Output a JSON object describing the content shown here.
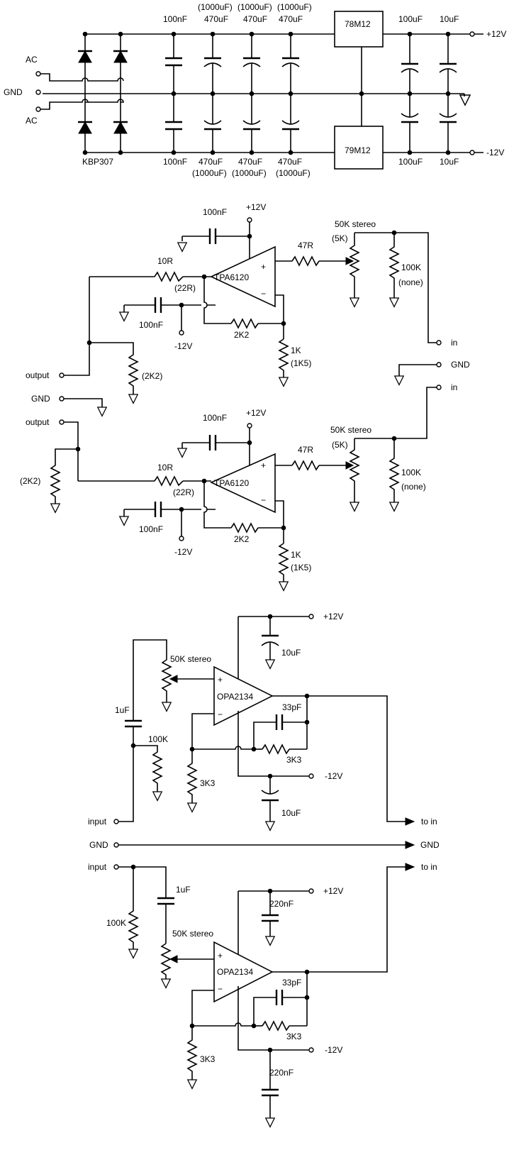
{
  "psu": {
    "ac1": "AC",
    "gnd": "GND",
    "ac2": "AC",
    "bridge": "KBP307",
    "cap_top_100n": "100nF",
    "cap_top_470_a": "470uF",
    "cap_top_470_b": "470uF",
    "cap_top_470_c": "470uF",
    "alt_top_a": "(1000uF)",
    "alt_top_b": "(1000uF)",
    "alt_top_c": "(1000uF)",
    "cap_bot_100n": "100nF",
    "cap_bot_470_a": "470uF",
    "cap_bot_470_b": "470uF",
    "cap_bot_470_c": "470uF",
    "alt_bot_a": "(1000uF)",
    "alt_bot_b": "(1000uF)",
    "alt_bot_c": "(1000uF)",
    "reg_pos": "78M12",
    "reg_neg": "79M12",
    "out_top_100u": "100uF",
    "out_top_10u": "10uF",
    "out_bot_100u": "100uF",
    "out_bot_10u": "10uF",
    "vpos": "+12V",
    "vneg": "-12V"
  },
  "amp1": {
    "cap_supply": "100nF",
    "vpos": "+12V",
    "chip": "TPA6120",
    "r_series": "47R",
    "pot": "50K stereo",
    "pot_alt": "(5K)",
    "r_pulldown": "100K",
    "r_pulldown_alt": "(none)",
    "r_out": "10R",
    "r_out_alt": "(22R)",
    "cap_neg": "100nF",
    "vneg": "-12V",
    "r_fb": "2K2",
    "r_gnd": "1K",
    "r_gnd_alt": "(1K5)",
    "r_load_alt": "(2K2)",
    "output": "output",
    "in": "in"
  },
  "mid": {
    "gnd_left": "GND",
    "gnd_right": "GND"
  },
  "amp2": {
    "in": "in",
    "output": "output",
    "r_load_alt": "(2K2)",
    "cap_supply": "100nF",
    "vpos": "+12V",
    "chip": "TPA6120",
    "r_series": "47R",
    "pot": "50K stereo",
    "pot_alt": "(5K)",
    "r_pulldown": "100K",
    "r_pulldown_alt": "(none)",
    "r_out": "10R",
    "r_out_alt": "(22R)",
    "cap_neg": "100nF",
    "vneg": "-12V",
    "r_fb": "2K2",
    "r_gnd": "1K",
    "r_gnd_alt": "(1K5)"
  },
  "pre1": {
    "vpos": "+12V",
    "cap_pos": "10uF",
    "pot": "50K stereo",
    "chip": "OPA2134",
    "cap_in": "1uF",
    "r_in": "100K",
    "cap_fb": "33pF",
    "r_fb": "3K3",
    "r_gnd": "3K3",
    "vneg": "-12V",
    "cap_neg": "10uF",
    "input": "input",
    "to_in": "to in"
  },
  "gndbus": {
    "left": "GND",
    "right": "GND"
  },
  "pre2": {
    "input": "input",
    "to_in": "to in",
    "cap_in": "1uF",
    "vpos": "+12V",
    "cap_pos": "220nF",
    "r_in": "100K",
    "pot": "50K stereo",
    "chip": "OPA2134",
    "cap_fb": "33pF",
    "r_fb": "3K3",
    "r_gnd": "3K3",
    "vneg": "-12V",
    "cap_neg": "220nF"
  }
}
